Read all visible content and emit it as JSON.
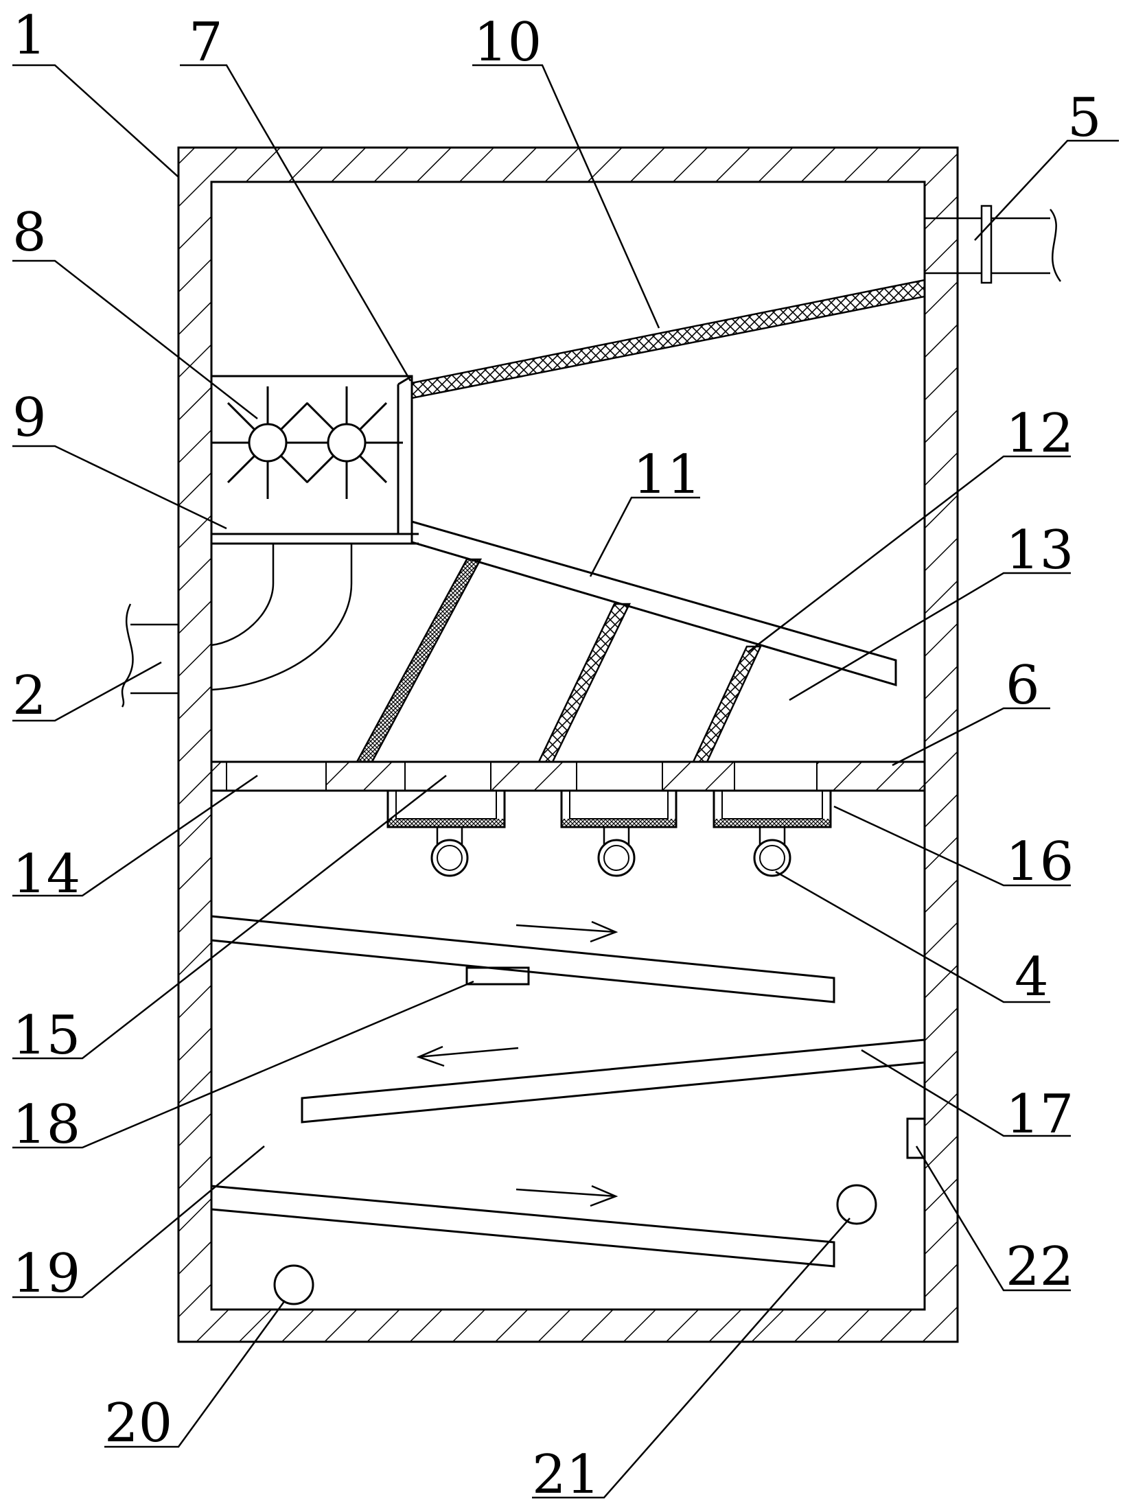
{
  "labels": {
    "l1": "1",
    "l2": "2",
    "l4": "4",
    "l5": "5",
    "l6": "6",
    "l7": "7",
    "l8": "8",
    "l9": "9",
    "l10": "10",
    "l11": "11",
    "l12": "12",
    "l13": "13",
    "l14": "14",
    "l15": "15",
    "l16": "16",
    "l17": "17",
    "l18": "18",
    "l19": "19",
    "l20": "20",
    "l21": "21",
    "l22": "22"
  },
  "colors": {
    "line": "#000000",
    "background": "#ffffff"
  }
}
